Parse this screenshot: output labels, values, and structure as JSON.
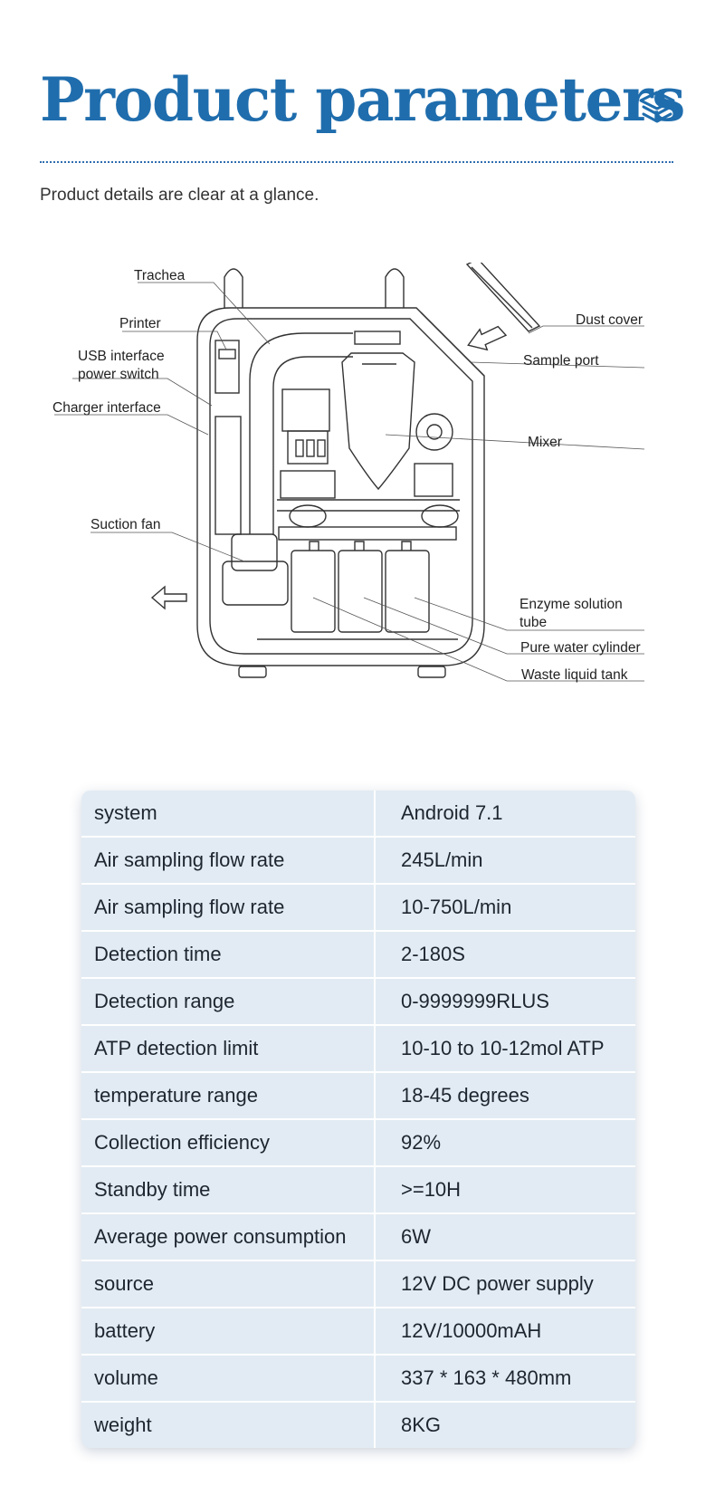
{
  "header": {
    "title": "Product parameters",
    "subtitle": "Product details are clear at a glance.",
    "title_icon": "layers-icon",
    "accent_color": "#1f6dad"
  },
  "diagram": {
    "labels": {
      "trachea": "Trachea",
      "printer": "Printer",
      "usb_line1": "USB interface",
      "usb_line2": "power switch",
      "charger": "Charger interface",
      "suction_fan": "Suction fan",
      "dust_cover": "Dust cover",
      "sample_port": "Sample port",
      "mixer": "Mixer",
      "enzyme_line1": "Enzyme solution",
      "enzyme_line2": "tube",
      "pure_water": "Pure water cylinder",
      "waste_liquid": "Waste liquid tank"
    }
  },
  "specs": {
    "rows": [
      {
        "label": "system",
        "value": "Android 7.1"
      },
      {
        "label": "Air sampling flow rate",
        "value": "245L/min"
      },
      {
        "label": "Air sampling flow rate",
        "value": "10-750L/min"
      },
      {
        "label": "Detection time",
        "value": "2-180S"
      },
      {
        "label": "Detection range",
        "value": "0-9999999RLUS"
      },
      {
        "label": "ATP detection limit",
        "value": "10-10 to 10-12mol ATP"
      },
      {
        "label": "temperature range",
        "value": "18-45 degrees"
      },
      {
        "label": "Collection efficiency",
        "value": "92%"
      },
      {
        "label": "Standby time",
        "value": ">=10H"
      },
      {
        "label": "Average power consumption",
        "value": "6W"
      },
      {
        "label": "source",
        "value": "12V DC power supply"
      },
      {
        "label": "battery",
        "value": "12V/10000mAH"
      },
      {
        "label": "volume",
        "value": "337 * 163 * 480mm"
      },
      {
        "label": "weight",
        "value": "8KG"
      }
    ]
  }
}
